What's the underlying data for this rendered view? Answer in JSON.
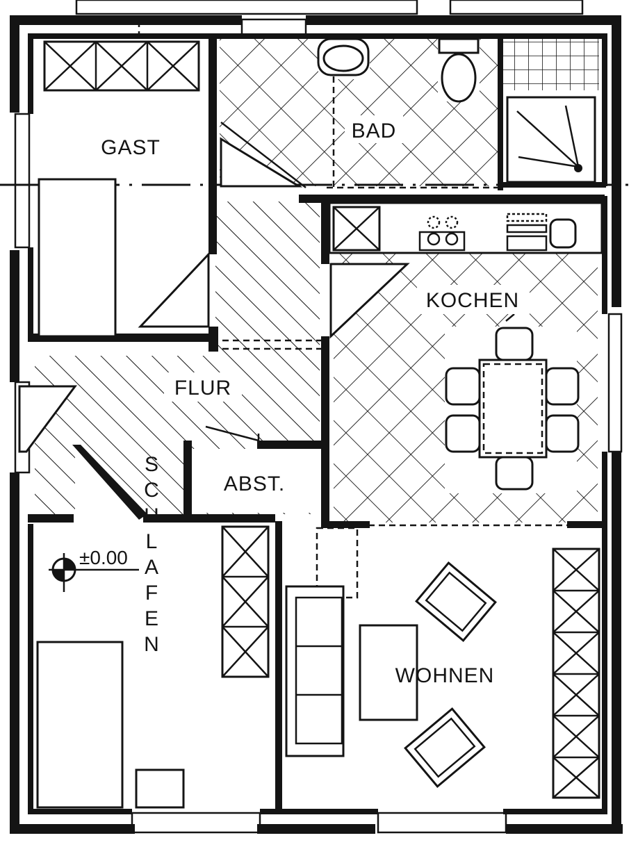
{
  "rooms": {
    "gast": "GAST",
    "bad": "BAD",
    "kochen": "KOCHEN",
    "flur": "FLUR",
    "abst": "ABST.",
    "wohnen": "WOHNEN",
    "schlafen": "SCHLAFEN"
  },
  "level_marker": "±0.00",
  "colors": {
    "line": "#141414",
    "paper": "#ffffff"
  }
}
